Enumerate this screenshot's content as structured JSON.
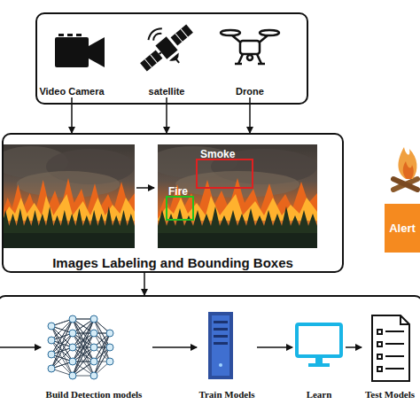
{
  "diagram": {
    "nodes": [
      {
        "text": []
      },
      {
        "text": [
          "Video Camera"
        ],
        "in": 0
      },
      {
        "text": [
          "satellite"
        ],
        "in": 0
      },
      {
        "text": [
          "Drone"
        ],
        "in": 0
      },
      {
        "text": [
          "Images Labeling and Bounding Boxes"
        ]
      },
      {
        "text": []
      },
      {
        "text": [
          "Build Detection models"
        ],
        "in": 5
      },
      {
        "text": [
          "Train Models"
        ],
        "in": 5
      },
      {
        "text": [
          "Learn"
        ],
        "in": 5
      },
      {
        "text": [
          "Test Models"
        ],
        "in": 5
      },
      {
        "text": [
          "Alert"
        ]
      }
    ],
    "edges": [
      {
        "from": 1,
        "to": 4,
        "arrow": "to"
      },
      {
        "from": 2,
        "to": 4,
        "arrow": "to"
      },
      {
        "from": 3,
        "to": 4,
        "arrow": "to"
      },
      {
        "from": 4,
        "to": 5,
        "arrow": "to"
      },
      {
        "from": 6,
        "to": 7,
        "arrow": "to"
      },
      {
        "from": 7,
        "to": 8,
        "arrow": "to"
      },
      {
        "from": 8,
        "to": 9,
        "arrow": "to"
      }
    ],
    "labels": [
      "Smoke",
      "Fire"
    ]
  }
}
